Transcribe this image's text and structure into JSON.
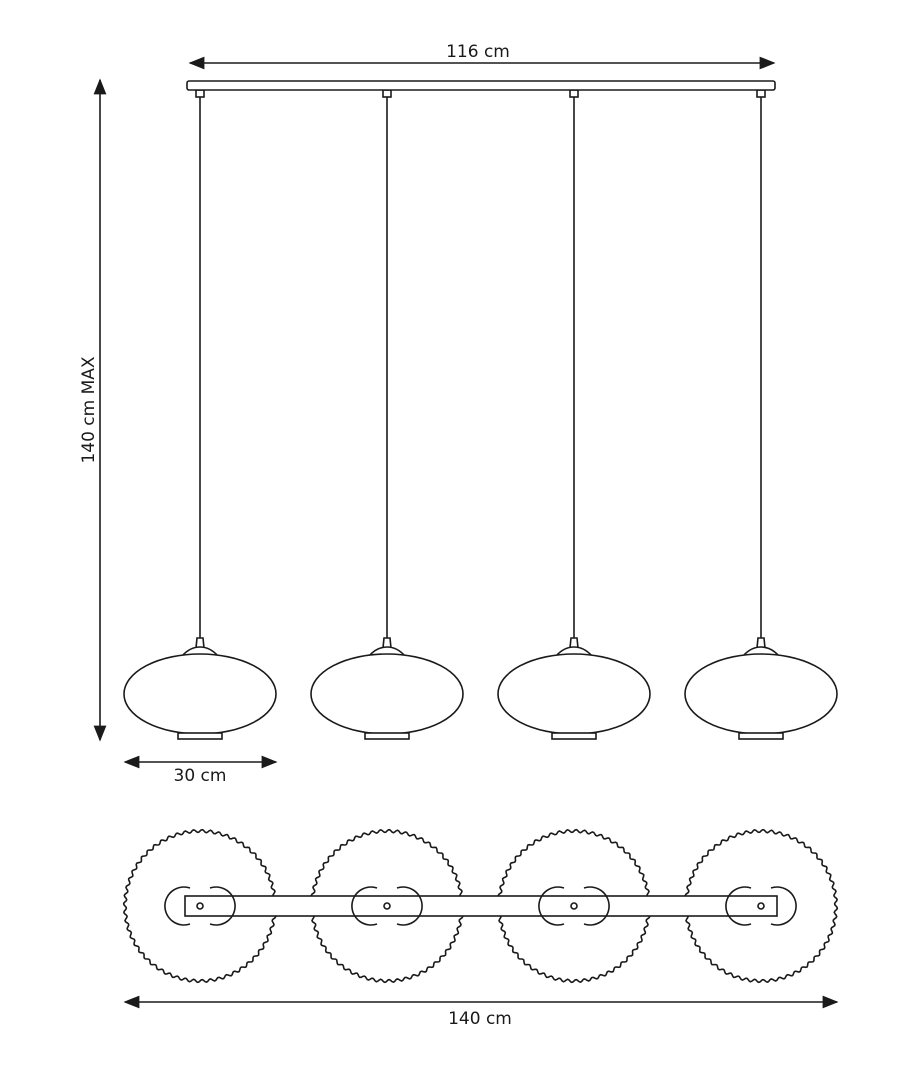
{
  "dimensions": {
    "width_bar": "116 cm",
    "height_max": "140 cm MAX",
    "shade_diameter": "30 cm",
    "total_width": "140 cm"
  },
  "pendant_count": 4,
  "line_color": "#1a1a1a"
}
